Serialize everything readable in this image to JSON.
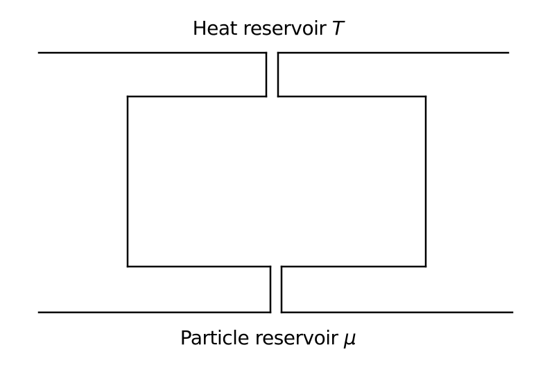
{
  "labels": {
    "top": {
      "text": "Heat reservoir ",
      "symbol": "T"
    },
    "bottom": {
      "text": "Particle reservoir ",
      "symbol": "μ"
    }
  },
  "colors": {
    "line": "#000000",
    "background": "#ffffff"
  }
}
